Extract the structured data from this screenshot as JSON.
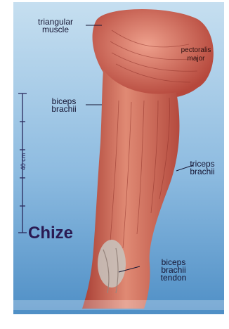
{
  "labels": {
    "triangular": "triangular\nmuscle",
    "pectoralis": "pectoralis\nmajor",
    "biceps": "biceps\nbrachii",
    "triceps": "triceps\nbrachii",
    "tendon": "biceps\nbrachii\ntendon",
    "scale": "40 cm"
  },
  "callout": "Chize",
  "colors": {
    "background_top": "#bcd8ec",
    "background_bottom": "#5e9ccf",
    "muscle": "#c8584a",
    "muscle_highlight": "#e48874",
    "ink": "#141432",
    "callout": "#2a1a52"
  }
}
